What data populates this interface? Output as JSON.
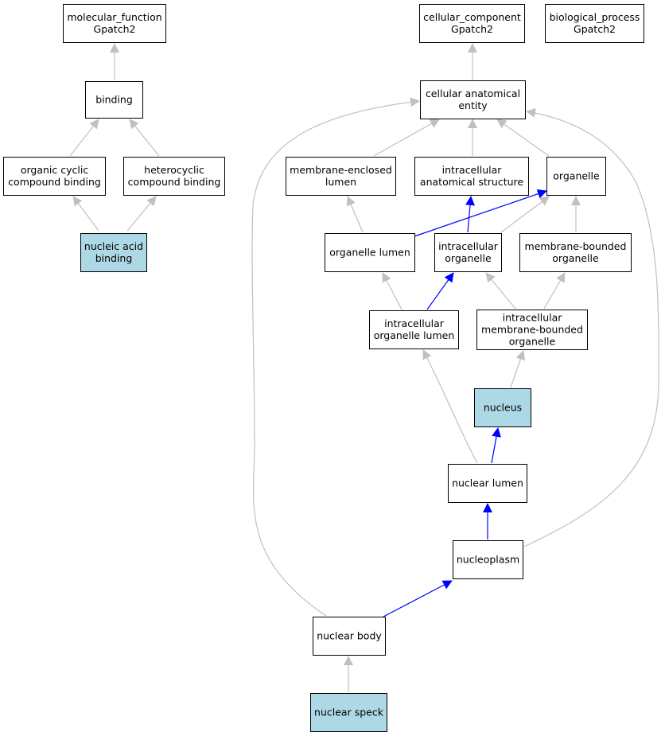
{
  "colors": {
    "highlight": "#add8e6",
    "plain": "#ffffff",
    "edge_default": "#c0c0c0",
    "edge_path": "#0000ff"
  },
  "nodes": {
    "molecular_function": {
      "lines": [
        "molecular_function",
        "Gpatch2"
      ],
      "highlight": false
    },
    "cellular_component": {
      "lines": [
        "cellular_component",
        "Gpatch2"
      ],
      "highlight": false
    },
    "biological_process": {
      "lines": [
        "biological_process",
        "Gpatch2"
      ],
      "highlight": false
    },
    "binding": {
      "lines": [
        "binding"
      ],
      "highlight": false
    },
    "cellular_anatomical_entity": {
      "lines": [
        "cellular anatomical",
        "entity"
      ],
      "highlight": false
    },
    "organic_cyclic_compound_binding": {
      "lines": [
        "organic cyclic",
        "compound binding"
      ],
      "highlight": false
    },
    "heterocyclic_compound_binding": {
      "lines": [
        "heterocyclic",
        "compound binding"
      ],
      "highlight": false
    },
    "membrane_enclosed_lumen": {
      "lines": [
        "membrane-enclosed",
        "lumen"
      ],
      "highlight": false
    },
    "intracellular_anatomical_structure": {
      "lines": [
        "intracellular",
        "anatomical structure"
      ],
      "highlight": false
    },
    "organelle": {
      "lines": [
        "organelle"
      ],
      "highlight": false
    },
    "nucleic_acid_binding": {
      "lines": [
        "nucleic acid",
        "binding"
      ],
      "highlight": true
    },
    "organelle_lumen": {
      "lines": [
        "organelle lumen"
      ],
      "highlight": false
    },
    "intracellular_organelle": {
      "lines": [
        "intracellular",
        "organelle"
      ],
      "highlight": false
    },
    "membrane_bounded_organelle": {
      "lines": [
        "membrane-bounded",
        "organelle"
      ],
      "highlight": false
    },
    "intracellular_organelle_lumen": {
      "lines": [
        "intracellular",
        "organelle lumen"
      ],
      "highlight": false
    },
    "intracellular_membrane_bounded_organelle": {
      "lines": [
        "intracellular",
        "membrane-bounded",
        "organelle"
      ],
      "highlight": false
    },
    "nucleus": {
      "lines": [
        "nucleus"
      ],
      "highlight": true
    },
    "nuclear_lumen": {
      "lines": [
        "nuclear lumen"
      ],
      "highlight": false
    },
    "nucleoplasm": {
      "lines": [
        "nucleoplasm"
      ],
      "highlight": false
    },
    "nuclear_body": {
      "lines": [
        "nuclear body"
      ],
      "highlight": false
    },
    "nuclear_speck": {
      "lines": [
        "nuclear speck"
      ],
      "highlight": true
    }
  },
  "edges": [
    {
      "from": "binding",
      "to": "molecular_function",
      "style": "default"
    },
    {
      "from": "organic_cyclic_compound_binding",
      "to": "binding",
      "style": "default"
    },
    {
      "from": "heterocyclic_compound_binding",
      "to": "binding",
      "style": "default"
    },
    {
      "from": "nucleic_acid_binding",
      "to": "organic_cyclic_compound_binding",
      "style": "default"
    },
    {
      "from": "nucleic_acid_binding",
      "to": "heterocyclic_compound_binding",
      "style": "default"
    },
    {
      "from": "cellular_anatomical_entity",
      "to": "cellular_component",
      "style": "default"
    },
    {
      "from": "membrane_enclosed_lumen",
      "to": "cellular_anatomical_entity",
      "style": "default"
    },
    {
      "from": "intracellular_anatomical_structure",
      "to": "cellular_anatomical_entity",
      "style": "default"
    },
    {
      "from": "organelle",
      "to": "cellular_anatomical_entity",
      "style": "default"
    },
    {
      "from": "nuclear_body",
      "to": "cellular_anatomical_entity",
      "style": "default"
    },
    {
      "from": "nucleoplasm",
      "to": "cellular_anatomical_entity",
      "style": "default"
    },
    {
      "from": "organelle_lumen",
      "to": "membrane_enclosed_lumen",
      "style": "default"
    },
    {
      "from": "organelle_lumen",
      "to": "organelle",
      "style": "path"
    },
    {
      "from": "intracellular_organelle",
      "to": "intracellular_anatomical_structure",
      "style": "path"
    },
    {
      "from": "intracellular_organelle",
      "to": "organelle",
      "style": "default"
    },
    {
      "from": "membrane_bounded_organelle",
      "to": "organelle",
      "style": "default"
    },
    {
      "from": "intracellular_organelle_lumen",
      "to": "organelle_lumen",
      "style": "default"
    },
    {
      "from": "intracellular_organelle_lumen",
      "to": "intracellular_organelle",
      "style": "path"
    },
    {
      "from": "intracellular_membrane_bounded_organelle",
      "to": "intracellular_organelle",
      "style": "default"
    },
    {
      "from": "intracellular_membrane_bounded_organelle",
      "to": "membrane_bounded_organelle",
      "style": "default"
    },
    {
      "from": "nucleus",
      "to": "intracellular_membrane_bounded_organelle",
      "style": "default"
    },
    {
      "from": "nuclear_lumen",
      "to": "intracellular_organelle_lumen",
      "style": "default"
    },
    {
      "from": "nuclear_lumen",
      "to": "nucleus",
      "style": "path"
    },
    {
      "from": "nucleoplasm",
      "to": "nuclear_lumen",
      "style": "path"
    },
    {
      "from": "nuclear_body",
      "to": "nucleoplasm",
      "style": "path"
    },
    {
      "from": "nuclear_speck",
      "to": "nuclear_body",
      "style": "default"
    }
  ]
}
